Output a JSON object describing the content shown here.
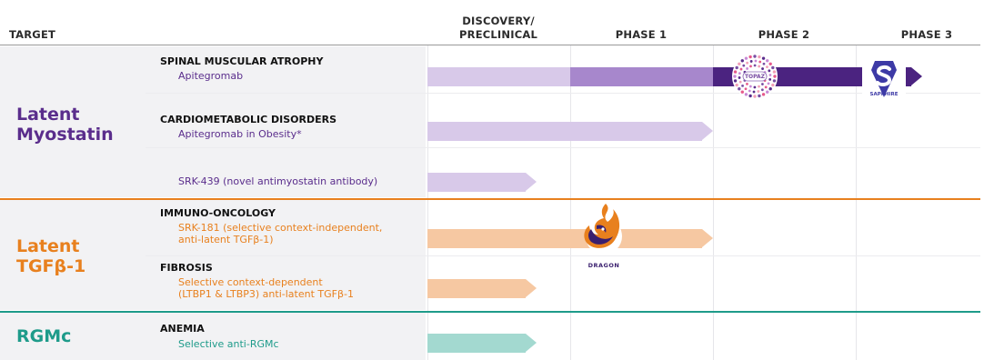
{
  "header": {
    "target_label": "TARGET",
    "phases": [
      "DISCOVERY/\nPRECLINICAL",
      "PHASE 1",
      "PHASE 2",
      "PHASE 3"
    ]
  },
  "colors": {
    "myostatin": "#5a2d8c",
    "tgfb": "#e8801e",
    "rgmc": "#1e9b8a",
    "myostatin_light": "#d8c9e9",
    "myostatin_mid": "#a787cc",
    "myostatin_dark": "#4b2380",
    "tgfb_light": "#f6c8a2",
    "rgmc_light": "#a3d9d0"
  },
  "targets": [
    {
      "name_lines": [
        "Latent",
        "Myostatin"
      ],
      "programs": [
        {
          "area": "SPINAL MUSCULAR ATROPHY",
          "program_lines": [
            "Apitegromab"
          ],
          "stage": "Phase 3",
          "trial_badges": [
            "TOPAZ",
            "SAPPHIRE"
          ]
        },
        {
          "area": "CARDIOMETABOLIC DISORDERS",
          "program_lines": [
            "Apitegromab in Obesity*"
          ],
          "stage": "Phase 1"
        },
        {
          "area": "",
          "program_lines": [
            "SRK-439 (novel antimyostatin antibody)"
          ],
          "stage": "Discovery/Preclinical"
        }
      ]
    },
    {
      "name_lines": [
        "Latent",
        "TGFβ-1"
      ],
      "programs": [
        {
          "area": "IMMUNO-ONCOLOGY",
          "program_lines": [
            "SRK-181 (selective context-independent,",
            "anti-latent TGFβ-1)"
          ],
          "stage": "Phase 1",
          "trial_badges": [
            "DRAGON"
          ]
        },
        {
          "area": "FIBROSIS",
          "program_lines": [
            "Selective context-dependent",
            "(LTBP1 & LTBP3) anti-latent TGFβ-1"
          ],
          "stage": "Discovery/Preclinical"
        }
      ]
    },
    {
      "name_lines": [
        "RGMc"
      ],
      "programs": [
        {
          "area": "ANEMIA",
          "program_lines": [
            "Selective anti-RGMc"
          ],
          "stage": "Discovery/Preclinical"
        }
      ]
    }
  ]
}
